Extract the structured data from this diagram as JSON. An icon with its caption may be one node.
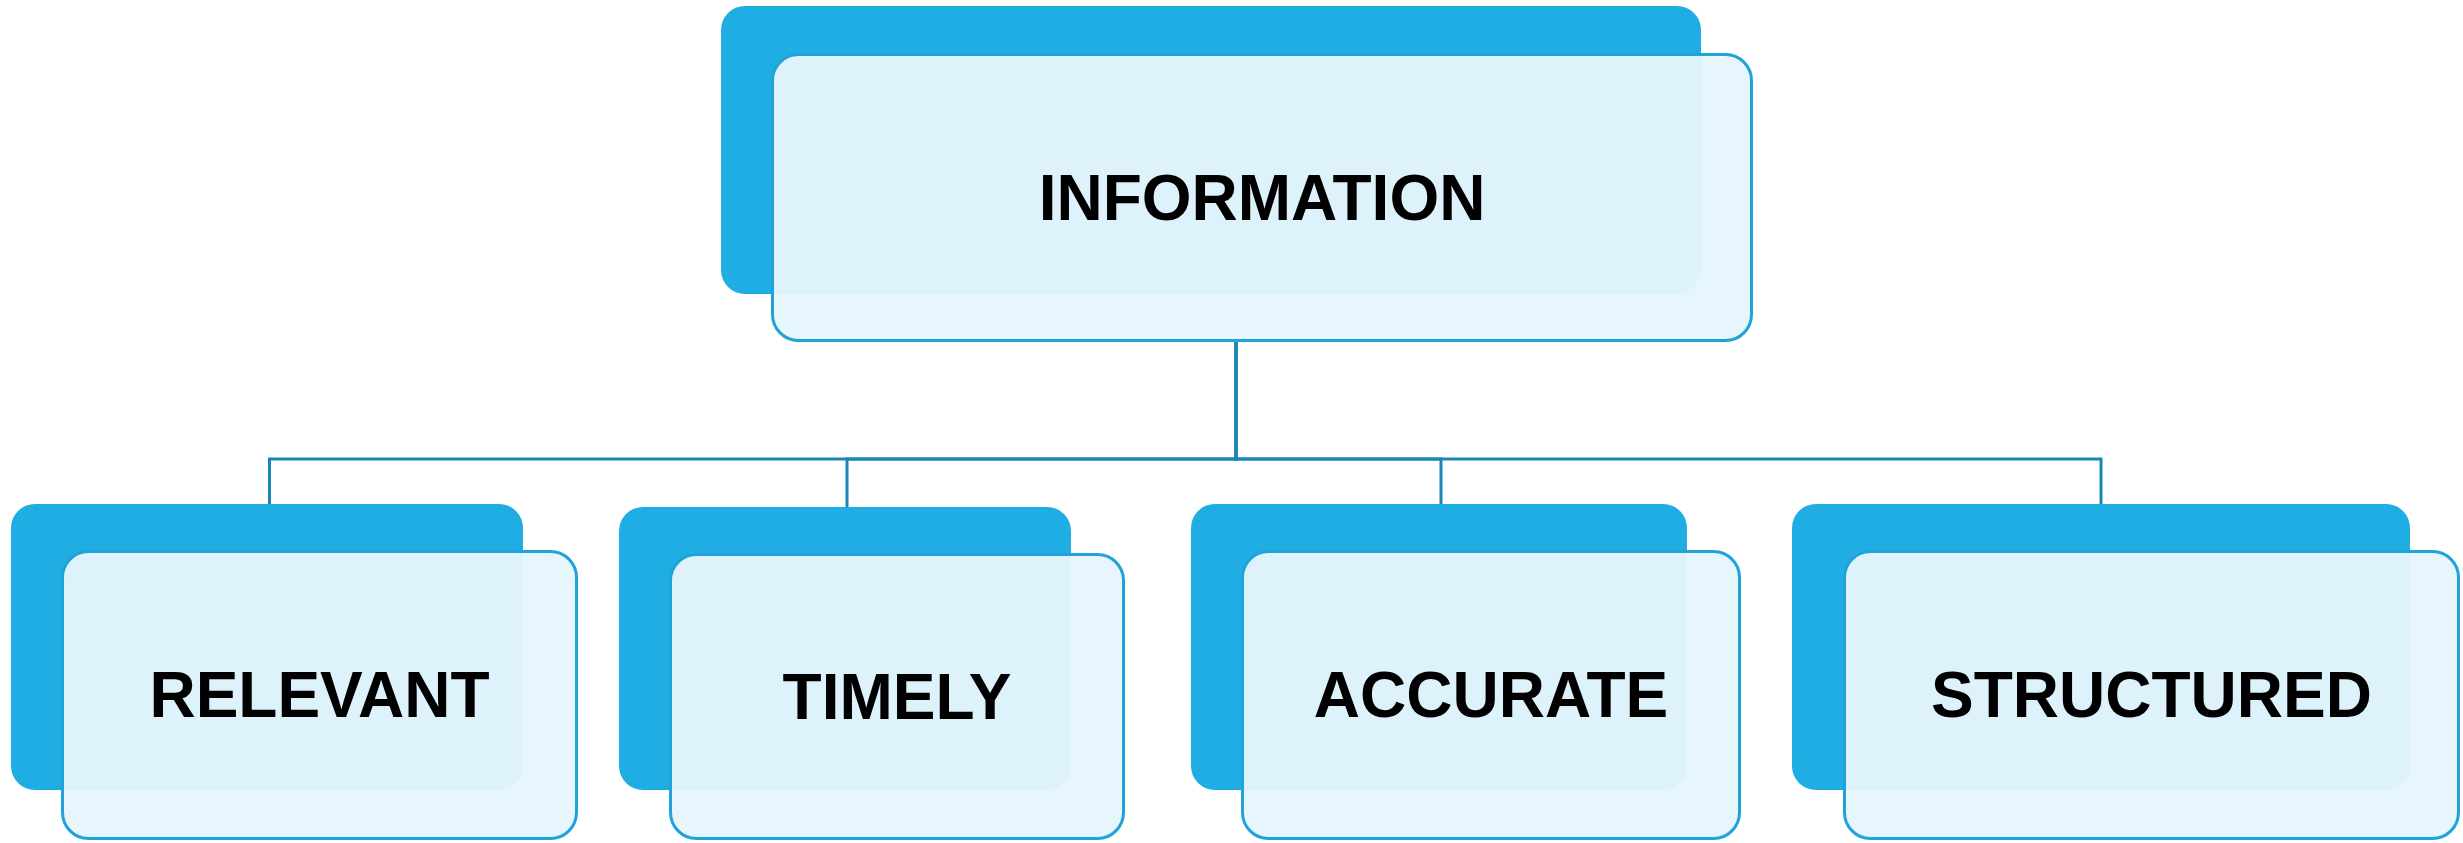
{
  "diagram": {
    "nodes": [
      {
        "text": [
          "INFORMATION"
        ]
      },
      {
        "text": [
          "RELEVANT"
        ]
      },
      {
        "text": [
          "TIMELY"
        ]
      },
      {
        "text": [
          "ACCURATE"
        ]
      },
      {
        "text": [
          "STRUCTURED"
        ]
      }
    ],
    "edges": [
      {
        "from": 0,
        "to": 1,
        "arrow": "none"
      },
      {
        "from": 0,
        "to": 2,
        "arrow": "none"
      },
      {
        "from": 0,
        "to": 3,
        "arrow": "none"
      },
      {
        "from": 0,
        "to": 4,
        "arrow": "none"
      }
    ]
  }
}
